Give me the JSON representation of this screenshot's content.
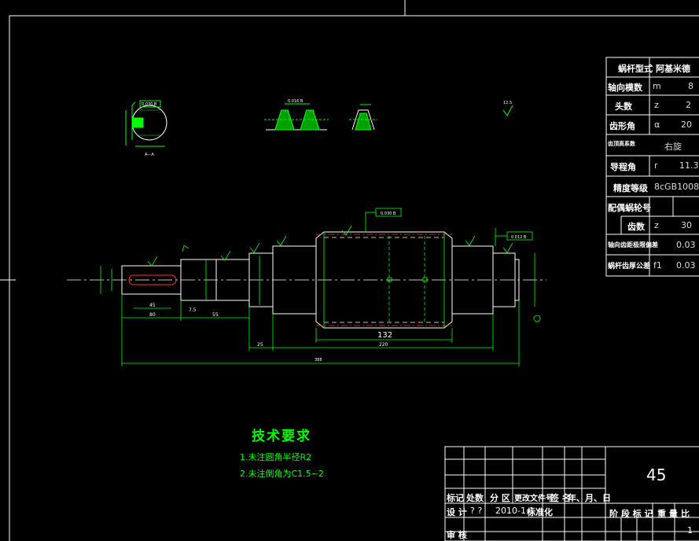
{
  "tech": {
    "title": "技术要求",
    "items": [
      "1.未注圆角半径R2",
      "2.未注倒角为C1.5~2"
    ]
  },
  "params": {
    "rows": [
      {
        "label": "蜗杆型式",
        "sym": "",
        "val": "阿基米德"
      },
      {
        "label": "轴向模数",
        "sym": "m",
        "val": "8"
      },
      {
        "label": "头数",
        "sym": "z",
        "val": "2"
      },
      {
        "label": "齿形角",
        "sym": "α",
        "val": "20"
      },
      {
        "label": "齿顶高系数",
        "sym": "",
        "val": "右旋"
      },
      {
        "label": "导程角",
        "sym": "r",
        "val": "11.3"
      },
      {
        "label": "精度等级",
        "sym": "",
        "val": "8cGB1008"
      },
      {
        "label": "配偶蜗轮号",
        "sym": "",
        "val": ""
      },
      {
        "label": "齿数",
        "sym": "z",
        "val": "30"
      },
      {
        "label": "轴向齿距极限偏差",
        "sym": "",
        "val": "0.03"
      },
      {
        "label": "蜗杆齿厚公差",
        "sym": "f1",
        "val": "0.03"
      }
    ]
  },
  "title_block": {
    "material": "45",
    "headers": [
      "标记",
      "处数",
      "分 区",
      "更改文件号",
      "签 名",
      "年、月、日"
    ],
    "design_label": "设 计",
    "design_value": "? ?",
    "date": "2010-1-1",
    "standard": "标准化",
    "stage_labels": [
      "阶 段 标 记",
      "重 量",
      "比"
    ],
    "review": "审 核",
    "extra": "1"
  },
  "dims": {
    "d_132": "132",
    "d_220": "220",
    "d_total": "388",
    "d_45": "45",
    "d_80": "80",
    "d_7_5": "7.5",
    "d_55": "55",
    "d_25": "25",
    "tol1": "0.030 B",
    "tol2": "0.030 B",
    "tol3": "0.012 B",
    "tol4": "0.016 B",
    "section": "A—A",
    "ra": "12.5"
  }
}
